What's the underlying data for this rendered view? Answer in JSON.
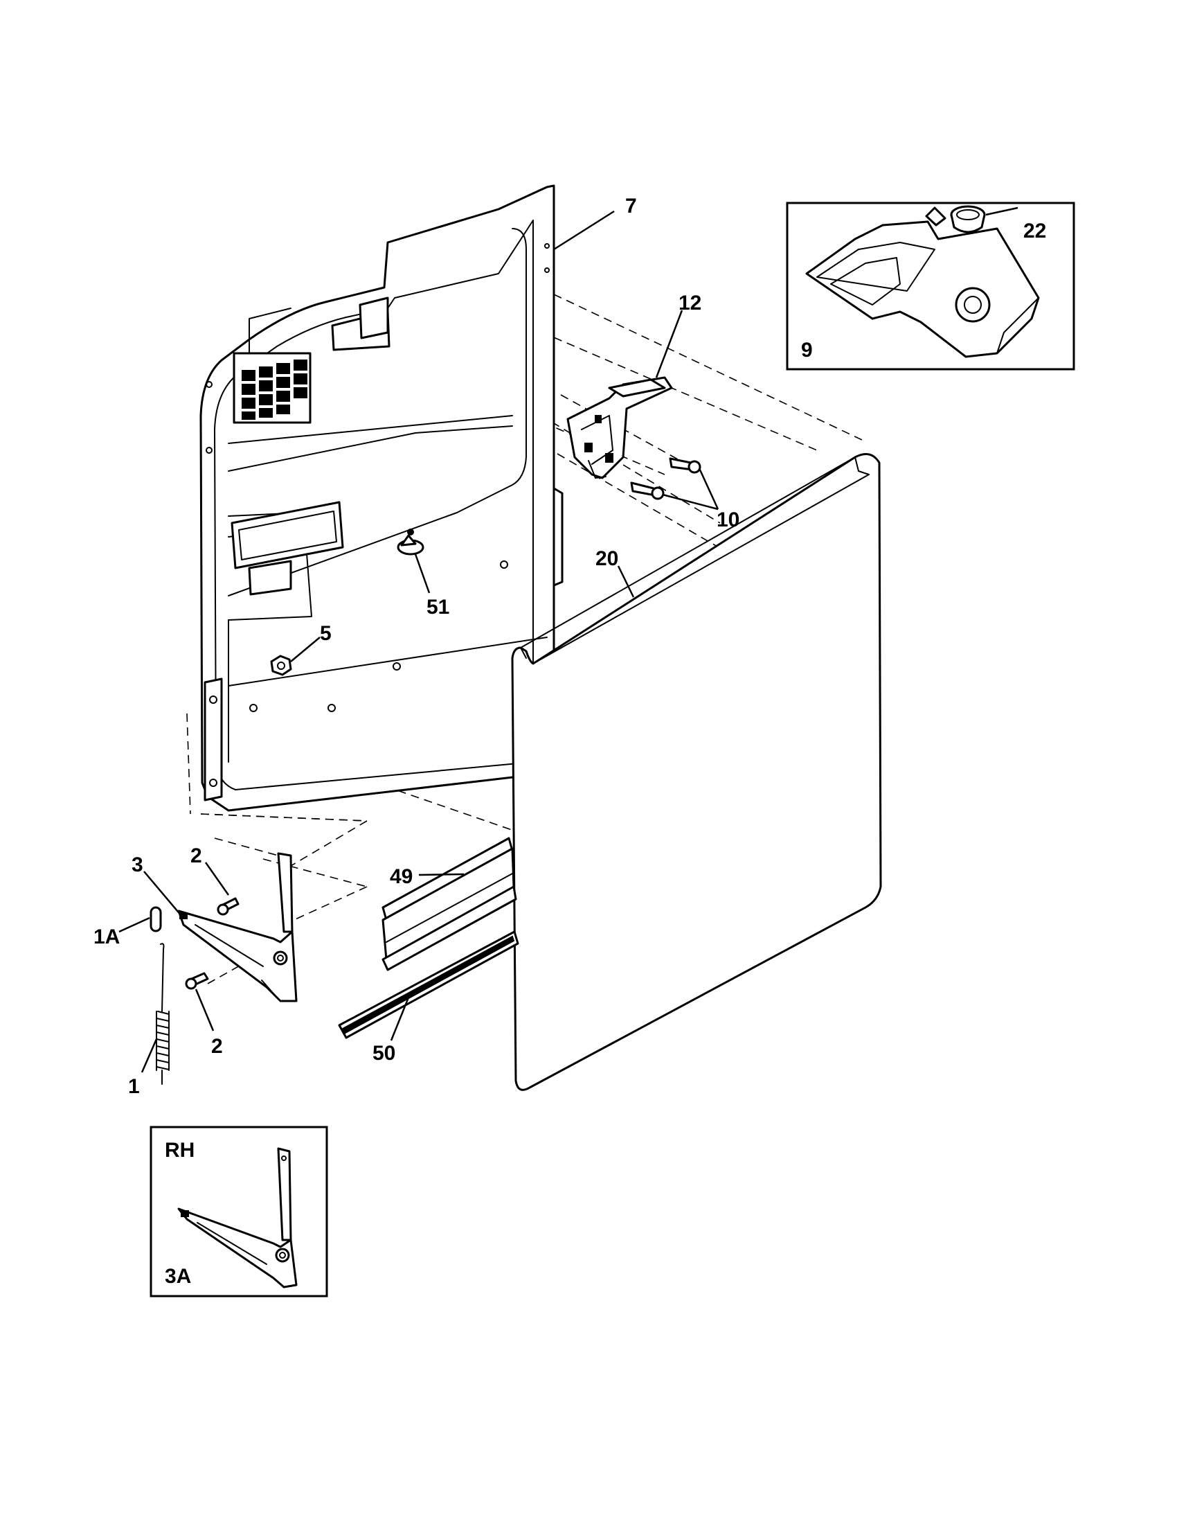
{
  "labels": {
    "p7": "7",
    "p22": "22",
    "p9": "9",
    "p12": "12",
    "p10": "10",
    "p20": "20",
    "p51": "51",
    "p5": "5",
    "p3": "3",
    "p2a": "2",
    "p2b": "2",
    "p1a": "1A",
    "p1": "1",
    "p49": "49",
    "p50": "50",
    "rh": "RH",
    "p3a": "3A"
  }
}
